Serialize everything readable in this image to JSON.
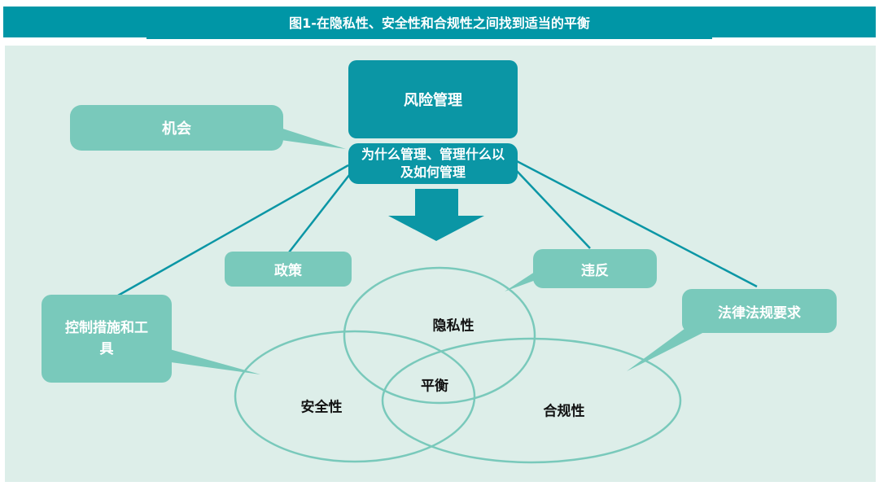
{
  "title": "图1-在隐私性、安全性和合规性之间找到适当的平衡",
  "nodes": {
    "risk_management": "风险管理",
    "why_what_how": "为什么管理、管理什么以及如何管理",
    "opportunity": "机会",
    "policy": "政策",
    "violation": "违反",
    "controls_tools": "控制措施和工具",
    "legal_requirements": "法律法规要求"
  },
  "venn": {
    "privacy": "隐私性",
    "security": "安全性",
    "compliance": "合规性",
    "balance": "平衡"
  },
  "colors": {
    "dark_teal": "#0b96a5",
    "light_teal": "#79c9bb",
    "panel_bg": "#ddeee9",
    "circle_stroke": "#79c9bb"
  }
}
